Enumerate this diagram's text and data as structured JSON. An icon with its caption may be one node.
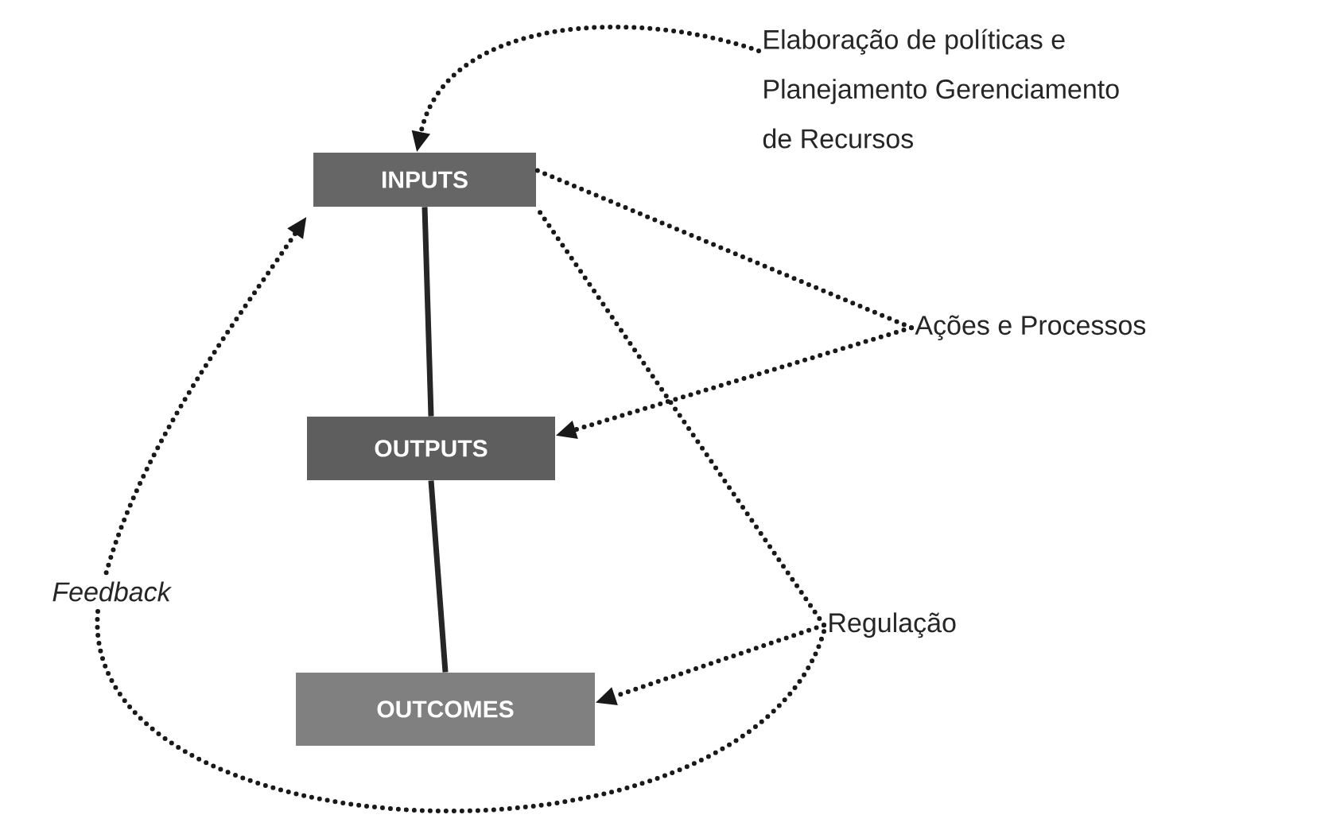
{
  "diagram": {
    "nodes": [
      {
        "text": [
          "INPUTS"
        ]
      },
      {
        "text": [
          "OUTPUTS"
        ]
      },
      {
        "text": [
          "OUTCOMES"
        ]
      },
      {
        "text": [
          "Elaboração de políticas e Planejamento Gerenciamento de Recursos"
        ]
      },
      {
        "text": [
          "Ações e Processos"
        ]
      },
      {
        "text": [
          "Regulação"
        ]
      }
    ],
    "edges": [
      {
        "from": 3,
        "to": 0,
        "arrow": "to",
        "style": "dashed"
      },
      {
        "from": 4,
        "to": 0,
        "arrow": "none",
        "style": "dashed"
      },
      {
        "from": 4,
        "to": 1,
        "arrow": "to",
        "style": "dashed"
      },
      {
        "from": 5,
        "to": 0,
        "arrow": "none",
        "style": "dashed"
      },
      {
        "from": 5,
        "to": 2,
        "arrow": "to",
        "style": "dashed"
      },
      {
        "from": 5,
        "to": 0,
        "arrow": "to",
        "label": "Feedback",
        "style": "dashed"
      },
      {
        "from": 0,
        "to": 1,
        "arrow": "none"
      },
      {
        "from": 1,
        "to": 2,
        "arrow": "none"
      }
    ]
  }
}
